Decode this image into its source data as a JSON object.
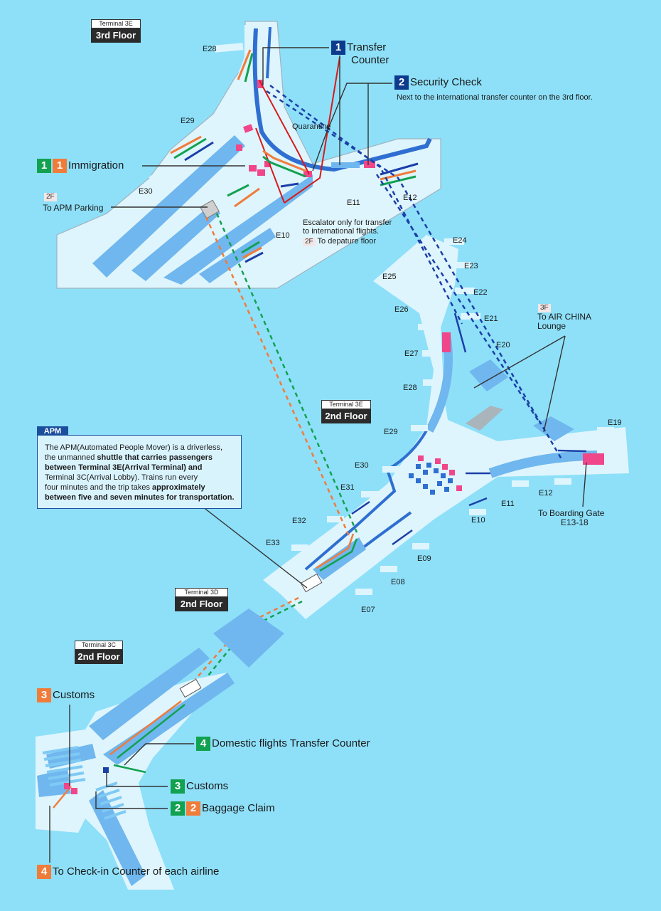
{
  "terminals": {
    "t3e_3f": {
      "name": "Terminal 3E",
      "floor": "3rd Floor"
    },
    "t3e_2f": {
      "name": "Terminal 3E",
      "floor": "2nd Floor"
    },
    "t3d_2f": {
      "name": "Terminal 3D",
      "floor": "2nd Floor"
    },
    "t3c_2f": {
      "name": "Terminal 3C",
      "floor": "2nd Floor"
    }
  },
  "steps": {
    "transfer_counter": {
      "num": "1",
      "label_1": "Transfer",
      "label_2": "Counter"
    },
    "security_check": {
      "num": "2",
      "label": "Security Check",
      "note": "Next to the international transfer counter on the 3rd floor."
    },
    "immigration": {
      "num_green": "1",
      "num_orange": "1",
      "label": "Immigration"
    },
    "customs_orange": {
      "num": "3",
      "label": "Customs"
    },
    "domestic_transfer": {
      "num": "4",
      "label": "Domestic flights Transfer Counter"
    },
    "customs_green": {
      "num": "3",
      "label": "Customs"
    },
    "baggage_claim": {
      "num_green": "2",
      "num_orange": "2",
      "label": "Baggage Claim"
    },
    "checkin": {
      "num": "4",
      "label": "To Check-in Counter of each airline"
    }
  },
  "notes": {
    "quarantine": "Quarantine",
    "apm_parking_tag": "2F",
    "apm_parking": "To APM Parking",
    "escalator_1": "Escalator only for transfer",
    "escalator_2": "to international flights.",
    "departure_tag": "2F",
    "departure": "To depature floor",
    "air_china_tag": "3F",
    "air_china_1": "To AIR CHINA",
    "air_china_2": "Lounge",
    "boarding_1": "To Boarding Gate",
    "boarding_2": "E13-18"
  },
  "apm": {
    "title": "APM",
    "line1": "The APM(Automated People Mover) is a driverless,",
    "line2a": "the unmanned ",
    "line2b": "shuttle that carries passengers",
    "line3": "between Terminal 3E(Arrival Terminal) and",
    "line4": "Terminal 3C(Arrival Lobby). Trains run every",
    "line5a": "four minutes and the trip takes ",
    "line5b": "approximately",
    "line6": "between five and seven minutes for transportation."
  },
  "gates": {
    "e28_top": "E28",
    "e29_top": "E29",
    "e30_top": "E30",
    "e10_top": "E10",
    "e11_top": "E11",
    "e12_top": "E12",
    "e24": "E24",
    "e23": "E23",
    "e25": "E25",
    "e22": "E22",
    "e26": "E26",
    "e21": "E21",
    "e27": "E27",
    "e20": "E20",
    "e28": "E28",
    "e29": "E29",
    "e19": "E19",
    "e30": "E30",
    "e31": "E31",
    "e12": "E12",
    "e11": "E11",
    "e10": "E10",
    "e32": "E32",
    "e33": "E33",
    "e09": "E09",
    "e08": "E08",
    "e07": "E07"
  },
  "colors": {
    "background": "#8ee0f9",
    "floor": "#dff5fd",
    "wall": "#6fb7ee",
    "wall_dark": "#2f6fd1",
    "international_route": "#12a150",
    "domestic_route": "#f07c3a",
    "transfer_route": "#1b3fa8",
    "counter": "#f0468a",
    "escalator_red": "#d81a1a"
  }
}
